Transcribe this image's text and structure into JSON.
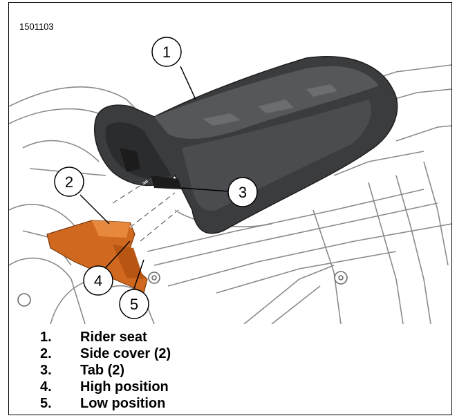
{
  "figure_id": "1501103",
  "callouts": [
    {
      "number": "1"
    },
    {
      "number": "2"
    },
    {
      "number": "3"
    },
    {
      "number": "4"
    },
    {
      "number": "5"
    }
  ],
  "legend": [
    {
      "number": "1.",
      "label": "Rider seat"
    },
    {
      "number": "2.",
      "label": "Side cover (2)"
    },
    {
      "number": "3.",
      "label": "Tab (2)"
    },
    {
      "number": "4.",
      "label": "High position"
    },
    {
      "number": "5.",
      "label": "Low position"
    }
  ],
  "colors": {
    "seat": "#3b3c3e",
    "side_cover": "#d0691f",
    "frame_lines": "#7a7a7a",
    "text": "#000000"
  }
}
